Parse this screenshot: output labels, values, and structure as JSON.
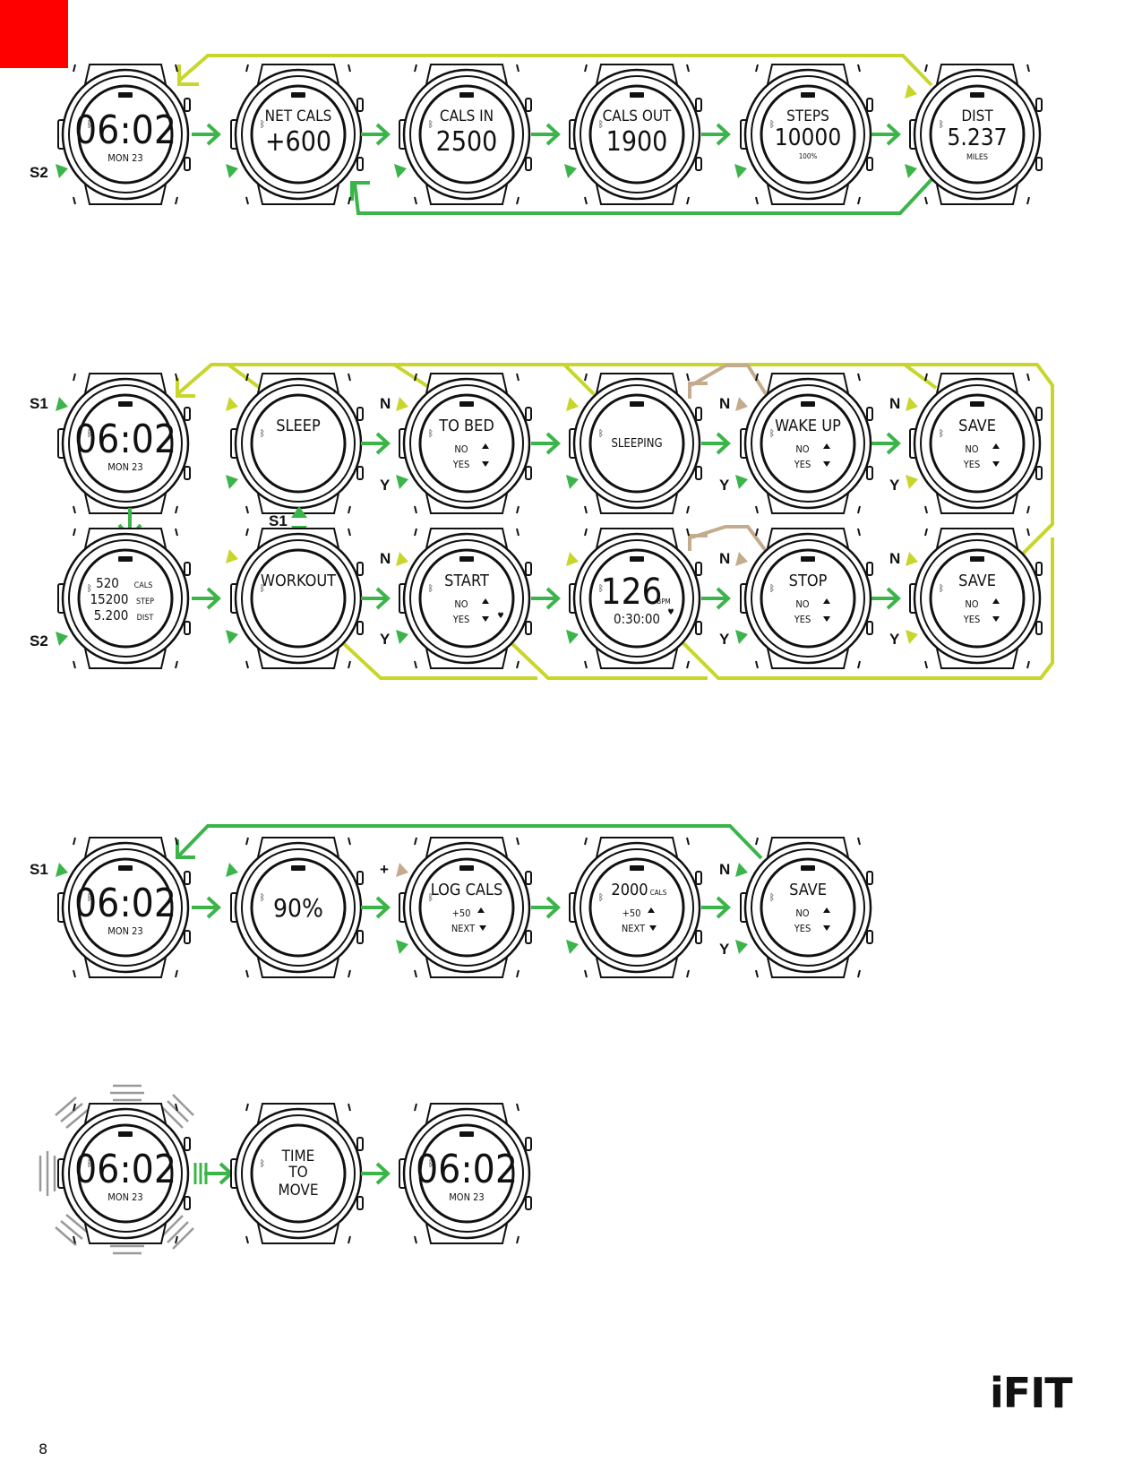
{
  "page": {
    "number": "8",
    "logo": "iFIT"
  },
  "colors": {
    "accent_red": "#ff0000",
    "arrow_green": "#3bb44a",
    "path_yellow": "#c8d62b",
    "path_tan": "#c5ab8e"
  },
  "row1": {
    "side_label": "S2",
    "screens": [
      {
        "title": "",
        "value": "06:02",
        "sub": "MON 23"
      },
      {
        "title": "NET CALS",
        "value": "+600",
        "sub": ""
      },
      {
        "title": "CALS IN",
        "value": "2500",
        "sub": ""
      },
      {
        "title": "CALS OUT",
        "value": "1900",
        "sub": ""
      },
      {
        "title": "STEPS",
        "value": "10000",
        "sub": "100%"
      },
      {
        "title": "DIST",
        "value": "5.237",
        "sub": "MILES"
      }
    ]
  },
  "row2": {
    "labels": {
      "s1": "S1",
      "n": "N",
      "y": "Y"
    },
    "screens": [
      {
        "title": "",
        "value": "06:02",
        "sub": "MON 23"
      },
      {
        "title": "SLEEP"
      },
      {
        "title": "TO BED",
        "no": "NO",
        "yes": "YES"
      },
      {
        "title": "SLEEPING"
      },
      {
        "title": "WAKE UP",
        "no": "NO",
        "yes": "YES"
      },
      {
        "title": "SAVE",
        "no": "NO",
        "yes": "YES"
      }
    ]
  },
  "row3": {
    "labels": {
      "s1": "S1",
      "s2": "S2",
      "n": "N",
      "y": "Y"
    },
    "summary": {
      "line1_value": "520",
      "line1_unit": "CALS",
      "line2_value": "15200",
      "line2_unit": "STEP",
      "line3_value": "5.200",
      "line3_unit": "DIST"
    },
    "screens": [
      {
        "title": "WORKOUT"
      },
      {
        "title": "START",
        "no": "NO",
        "yes": "YES"
      },
      {
        "value": "126",
        "unit": "BPM",
        "time": "0:30:00"
      },
      {
        "title": "STOP",
        "no": "NO",
        "yes": "YES"
      },
      {
        "title": "SAVE",
        "no": "NO",
        "yes": "YES"
      }
    ]
  },
  "row4": {
    "labels": {
      "s1": "S1",
      "plus": "+",
      "n": "N",
      "y": "Y"
    },
    "screens": [
      {
        "title": "",
        "value": "06:02",
        "sub": "MON 23"
      },
      {
        "value": "90%"
      },
      {
        "title": "LOG CALS",
        "step": "+50",
        "next": "NEXT"
      },
      {
        "value": "2000",
        "unit": "CALS",
        "step": "+50",
        "next": "NEXT"
      },
      {
        "title": "SAVE",
        "no": "NO",
        "yes": "YES"
      }
    ]
  },
  "row5": {
    "screens": [
      {
        "value": "06:02",
        "sub": "MON 23"
      },
      {
        "title": "TIME",
        "line2": "TO",
        "line3": "MOVE"
      },
      {
        "value": "06:02",
        "sub": "MON 23"
      }
    ]
  }
}
